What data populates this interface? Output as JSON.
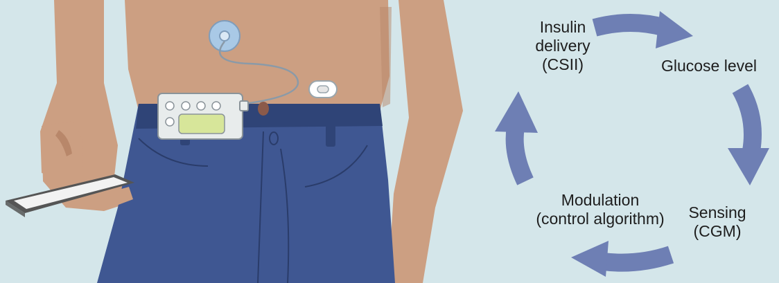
{
  "diagram": {
    "colors": {
      "background": "#d4e6ea",
      "arrow": "#6e7fb4",
      "skin": "#cc9f82",
      "skin_shadow": "#b8876a",
      "jeans": "#3f5792",
      "jeans_dark": "#2f4477",
      "pump_body": "#e8ecec",
      "pump_screen": "#d7e69a",
      "sensor": "#a9c9e6",
      "phone_body": "#555555",
      "phone_screen": "#f2f2f2"
    },
    "cycle": [
      {
        "id": "insulin",
        "lines": [
          "Insulin",
          "delivery",
          "(CSII)"
        ]
      },
      {
        "id": "glucose",
        "lines": [
          "Glucose level"
        ]
      },
      {
        "id": "sensing",
        "lines": [
          "Sensing",
          "(CGM)"
        ]
      },
      {
        "id": "modulation",
        "lines": [
          "Modulation",
          "(control algorithm)"
        ]
      }
    ],
    "illustration_parts": [
      "torso",
      "jeans",
      "insulin-pump",
      "infusion-site",
      "cgm-sensor",
      "smartphone",
      "hand"
    ]
  }
}
